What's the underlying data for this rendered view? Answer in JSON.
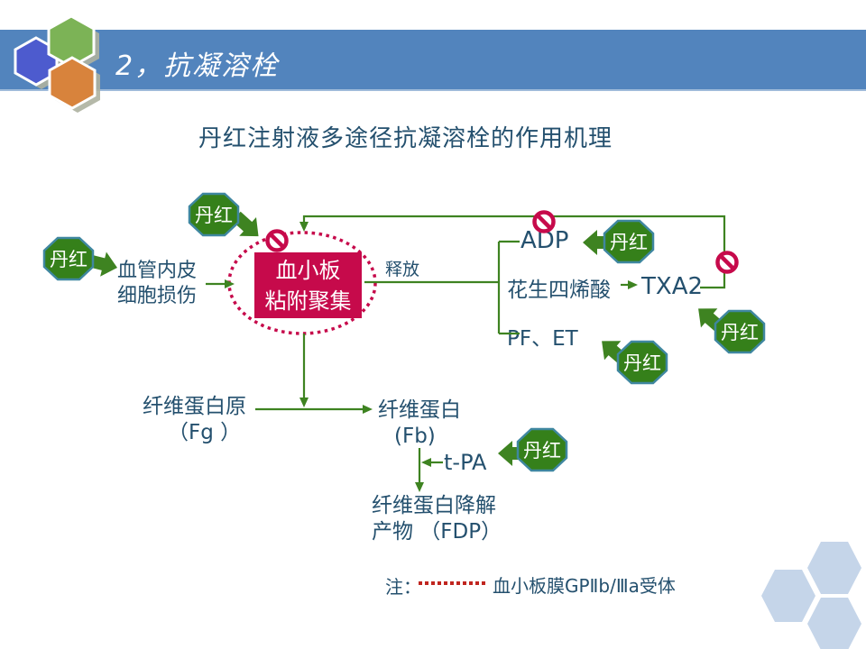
{
  "slide": {
    "title": "2，抗凝溶栓",
    "subtitle": "丹红注射液多途径抗凝溶栓的作用机理"
  },
  "badge": {
    "label": "丹红"
  },
  "diagram": {
    "vessel_line1": "血管内皮",
    "vessel_line2": "细胞损伤",
    "platelet_line1": "血小板",
    "platelet_line2": "粘附聚集",
    "release": "释放",
    "adp": "ADP",
    "arachidonic_acid": "花生四烯酸",
    "txa2": "TXA2",
    "pf_et": "PF、ET",
    "fibrinogen_line1": "纤维蛋白原",
    "fibrinogen_line2": "（Fg ）",
    "fibrin_line1": "纤维蛋白",
    "fibrin_line2": "(Fb)",
    "tpa": "t-PA",
    "fdp_line1": "纤维蛋白降解",
    "fdp_line2": "产物 （FDP）",
    "note_label": "注：",
    "note_text": "血小板膜GPⅡb/Ⅲa受体"
  },
  "colors": {
    "header_bar_blue": "#5284BD",
    "text_dark_blue": "#24506E",
    "flow_green": "#3E8321",
    "badge_green": "#35801A",
    "badge_border_teal": "#3F87A0",
    "crimson": "#C60A4B",
    "note_dash_red": "#C0251F",
    "logo_green": "#7CB356",
    "logo_blue": "#4D5BCE",
    "logo_orange": "#D8833C",
    "corner_hex_blue": "#C5D5E9"
  }
}
